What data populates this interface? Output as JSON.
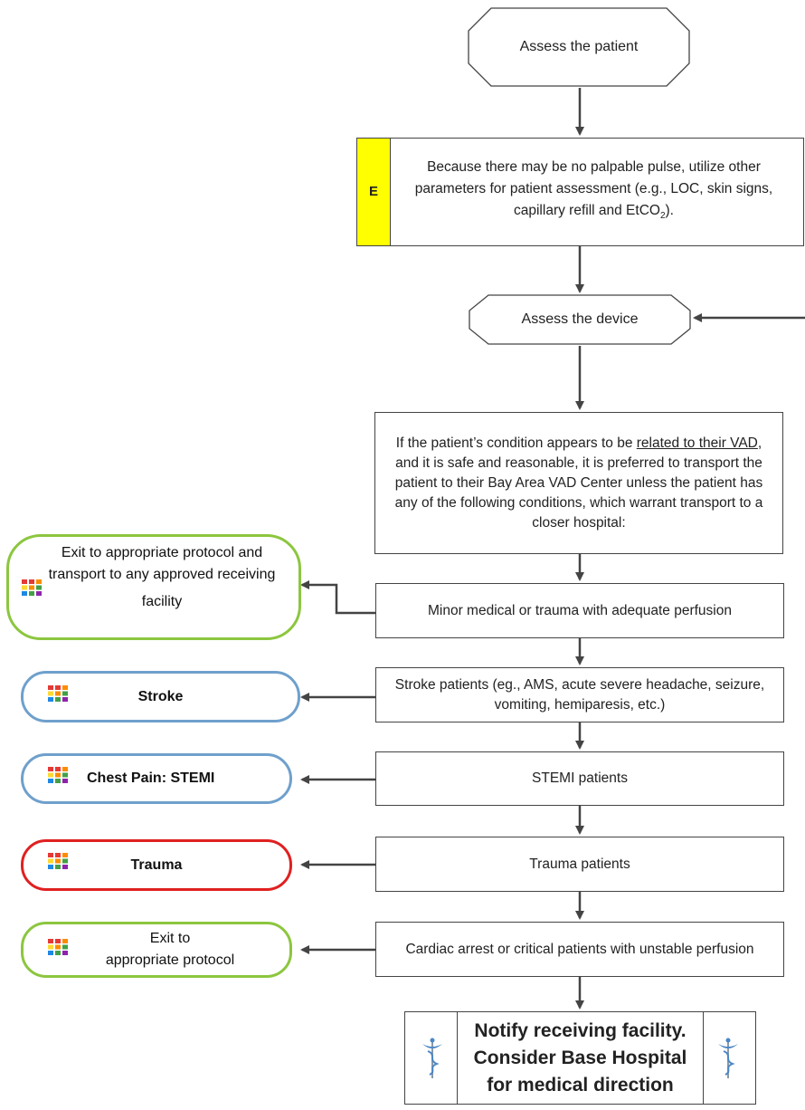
{
  "nodes": {
    "assess_patient": "Assess the patient",
    "e_box": {
      "tag": "E",
      "text_pre": "Because there may be no palpable pulse, utilize other parameters for patient assessment (e.g., LOC, skin signs, capillary refill and EtCO",
      "subscript": "2",
      "text_post": ")."
    },
    "assess_device": "Assess the device",
    "vad_box": {
      "pre": "If the patient’s condition appears to be ",
      "underlined": "related to their VAD",
      "post": ", and it is safe and reasonable, it is preferred to transport the patient to their Bay Area VAD Center unless the patient has any of the following conditions, which warrant transport to a closer hospital:"
    },
    "minor_medical": "Minor medical or trauma with adequate perfusion",
    "stroke_patients": "Stroke patients (eg., AMS, acute severe headache, seizure, vomiting, hemiparesis, etc.)",
    "stemi_patients": "STEMI patients",
    "trauma_patients": "Trauma patients",
    "cardiac_arrest": "Cardiac arrest or critical patients with unstable perfusion",
    "notify": "Notify receiving facility. Consider Base Hospital for medical direction"
  },
  "exits": {
    "exit_transport_line1": "Exit to appropriate protocol and transport to any approved receiving",
    "exit_transport_line2": "facility",
    "stroke": "Stroke",
    "chest_pain": "Chest Pain: STEMI",
    "trauma": "Trauma",
    "exit_protocol_line1": "Exit to",
    "exit_protocol_line2": "appropriate protocol"
  },
  "colors": {
    "green_border": "#8cc63f",
    "blue_border": "#6fa0cc",
    "red_border": "#e02020",
    "e_tag": "#ffff00",
    "arrow": "#444444"
  },
  "icons": {
    "exit_icon": "protocol-grid-icon",
    "notify_icon": "caduceus-icon"
  }
}
